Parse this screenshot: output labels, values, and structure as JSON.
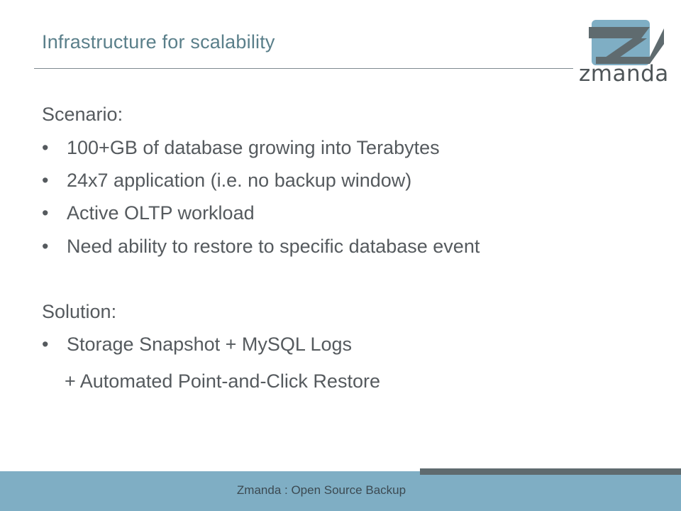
{
  "slide": {
    "title": "Infrastructure for scalability",
    "logo_text": "zmanda",
    "bullet_glyph": "•",
    "scenario_heading": "Scenario:",
    "scenario_items": [
      "100+GB of database growing into Terabytes",
      "24x7 application (i.e. no backup window)",
      "Active OLTP workload",
      "Need ability to restore to specific database event"
    ],
    "solution_heading": "Solution:",
    "solution_items": [
      "Storage Snapshot + MySQL Logs"
    ],
    "solution_continuation": "+ Automated Point-and-Click Restore",
    "footer_text": "Zmanda : Open Source Backup"
  },
  "colors": {
    "title": "#5a7f8a",
    "logo_light": "#7faec4",
    "logo_dark": "#5f6b6f",
    "footer_band": "#7faec4",
    "footer_accent": "#5f6b6f"
  }
}
